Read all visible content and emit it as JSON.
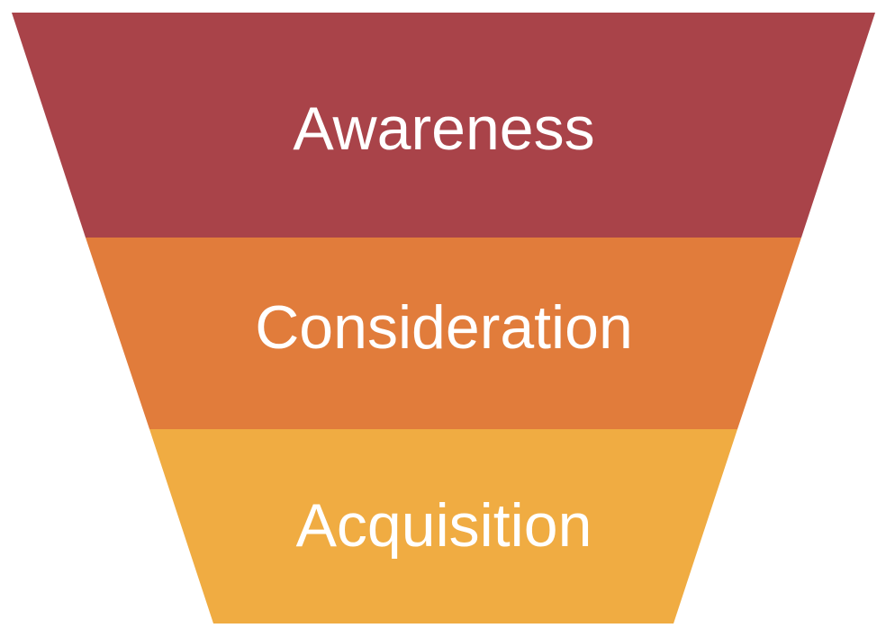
{
  "diagram": {
    "type": "funnel",
    "background_color": "#ffffff",
    "label_color": "#ffffff",
    "stages": [
      {
        "label": "Awareness",
        "color": "#A94349"
      },
      {
        "label": "Consideration",
        "color": "#E17C3B"
      },
      {
        "label": "Acquisition",
        "color": "#F0AC42"
      }
    ]
  }
}
